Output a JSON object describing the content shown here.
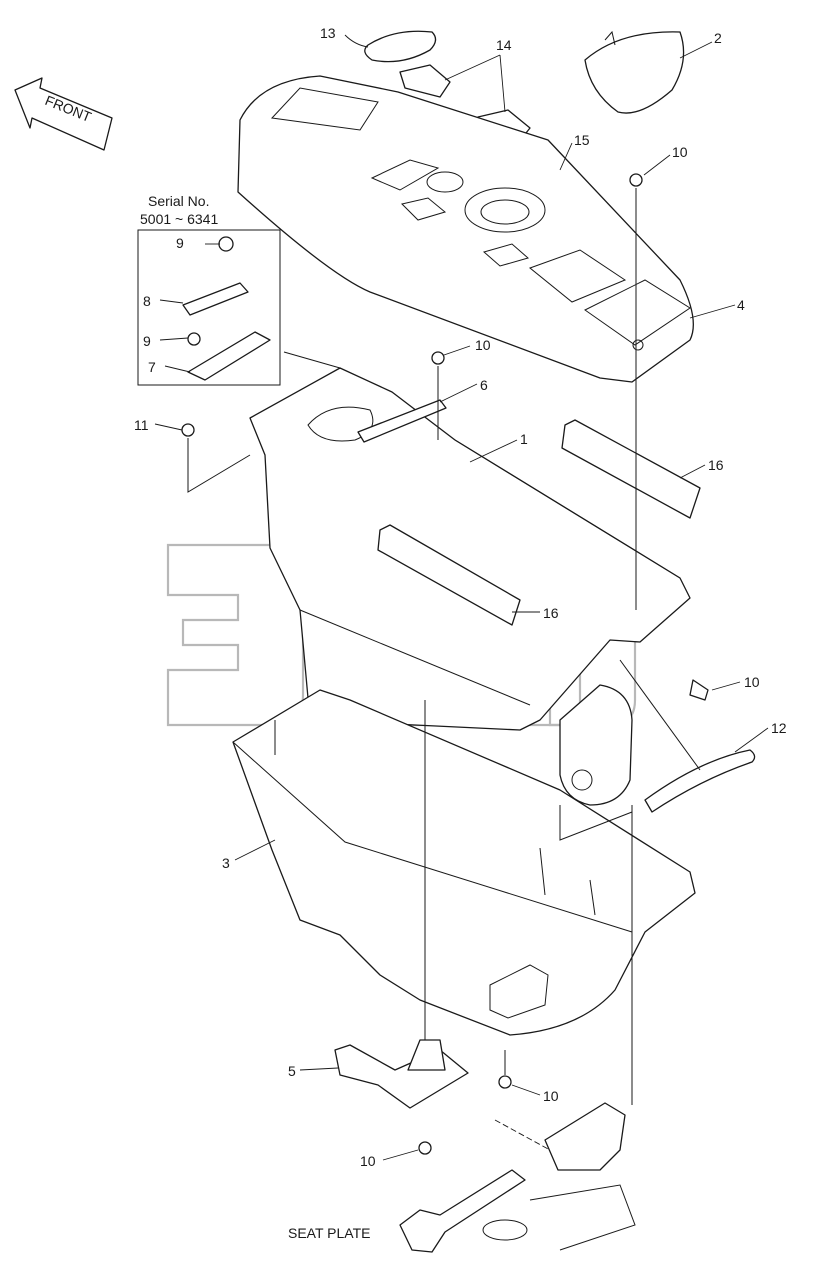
{
  "front_label": "FRONT",
  "serial": {
    "heading": "Serial No.",
    "range": "5001 ~ 6341"
  },
  "bottom_label": "SEAT PLATE",
  "watermark_tm": "™",
  "callouts": [
    "13",
    "14",
    "2",
    "15",
    "10",
    "9",
    "8",
    "9",
    "7",
    "10",
    "4",
    "6",
    "11",
    "1",
    "16",
    "16",
    "10",
    "12",
    "3",
    "5",
    "10",
    "10"
  ]
}
